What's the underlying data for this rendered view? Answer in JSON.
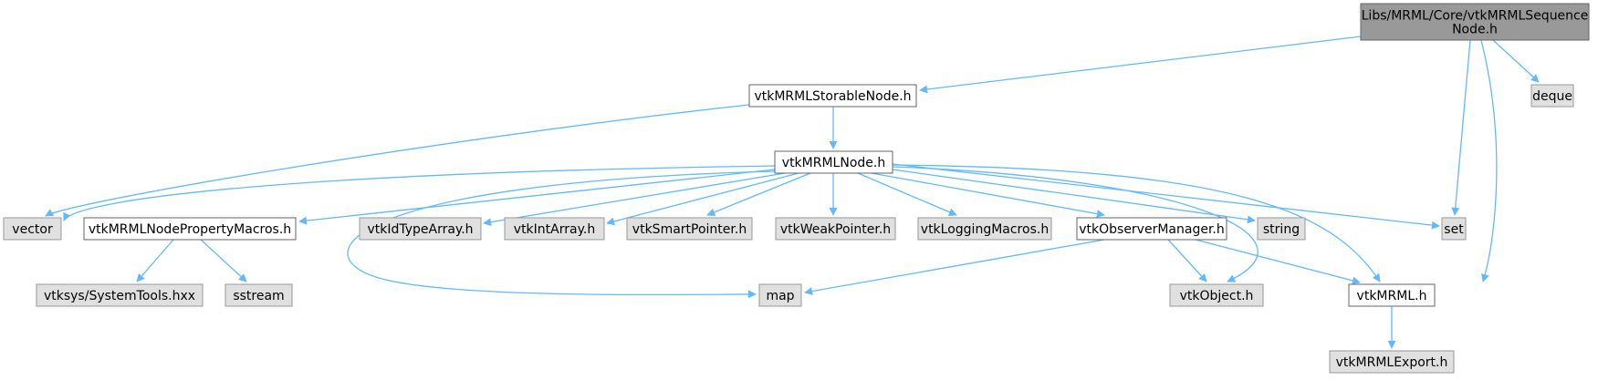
{
  "colors": {
    "root_fill": "#999999",
    "root_border": "#666666",
    "documented_fill": "#ffffff",
    "documented_border": "#666666",
    "external_fill": "#e0e0e0",
    "external_border": "#999999",
    "edge": "#63b8ff"
  },
  "graph": {
    "nodes": [
      {
        "id": "root",
        "label": "Libs/MRML/Core/vtkMRMLSequence\nNode.h",
        "kind": "root"
      },
      {
        "id": "storable",
        "label": "vtkMRMLStorableNode.h",
        "kind": "documented"
      },
      {
        "id": "deque",
        "label": "deque",
        "kind": "external"
      },
      {
        "id": "mrmlnode",
        "label": "vtkMRMLNode.h",
        "kind": "documented"
      },
      {
        "id": "vector",
        "label": "vector",
        "kind": "external"
      },
      {
        "id": "propmacros",
        "label": "vtkMRMLNodePropertyMacros.h",
        "kind": "documented"
      },
      {
        "id": "idtype",
        "label": "vtkIdTypeArray.h",
        "kind": "external"
      },
      {
        "id": "intarray",
        "label": "vtkIntArray.h",
        "kind": "external"
      },
      {
        "id": "smartptr",
        "label": "vtkSmartPointer.h",
        "kind": "external"
      },
      {
        "id": "weakptr",
        "label": "vtkWeakPointer.h",
        "kind": "external"
      },
      {
        "id": "logging",
        "label": "vtkLoggingMacros.h",
        "kind": "external"
      },
      {
        "id": "observer",
        "label": "vtkObserverManager.h",
        "kind": "documented"
      },
      {
        "id": "string",
        "label": "string",
        "kind": "external"
      },
      {
        "id": "set",
        "label": "set",
        "kind": "external"
      },
      {
        "id": "systools",
        "label": "vtksys/SystemTools.hxx",
        "kind": "external"
      },
      {
        "id": "sstream",
        "label": "sstream",
        "kind": "external"
      },
      {
        "id": "map",
        "label": "map",
        "kind": "external"
      },
      {
        "id": "vtkobject",
        "label": "vtkObject.h",
        "kind": "external"
      },
      {
        "id": "mrmlh",
        "label": "vtkMRML.h",
        "kind": "documented"
      },
      {
        "id": "export",
        "label": "vtkMRMLExport.h",
        "kind": "external"
      }
    ],
    "edges": [
      {
        "from": "root",
        "to": "storable"
      },
      {
        "from": "root",
        "to": "deque"
      },
      {
        "from": "root",
        "to": "set"
      },
      {
        "from": "root",
        "to": "mrmlh"
      },
      {
        "from": "storable",
        "to": "mrmlnode"
      },
      {
        "from": "storable",
        "to": "vector"
      },
      {
        "from": "mrmlnode",
        "to": "vector"
      },
      {
        "from": "mrmlnode",
        "to": "propmacros"
      },
      {
        "from": "mrmlnode",
        "to": "map"
      },
      {
        "from": "mrmlnode",
        "to": "idtype"
      },
      {
        "from": "mrmlnode",
        "to": "intarray"
      },
      {
        "from": "mrmlnode",
        "to": "smartptr"
      },
      {
        "from": "mrmlnode",
        "to": "weakptr"
      },
      {
        "from": "mrmlnode",
        "to": "logging"
      },
      {
        "from": "mrmlnode",
        "to": "observer"
      },
      {
        "from": "mrmlnode",
        "to": "string"
      },
      {
        "from": "mrmlnode",
        "to": "vtkobject"
      },
      {
        "from": "mrmlnode",
        "to": "mrmlh"
      },
      {
        "from": "mrmlnode",
        "to": "set"
      },
      {
        "from": "propmacros",
        "to": "systools"
      },
      {
        "from": "propmacros",
        "to": "sstream"
      },
      {
        "from": "observer",
        "to": "map"
      },
      {
        "from": "observer",
        "to": "vtkobject"
      },
      {
        "from": "observer",
        "to": "mrmlh"
      },
      {
        "from": "mrmlh",
        "to": "export"
      }
    ]
  }
}
